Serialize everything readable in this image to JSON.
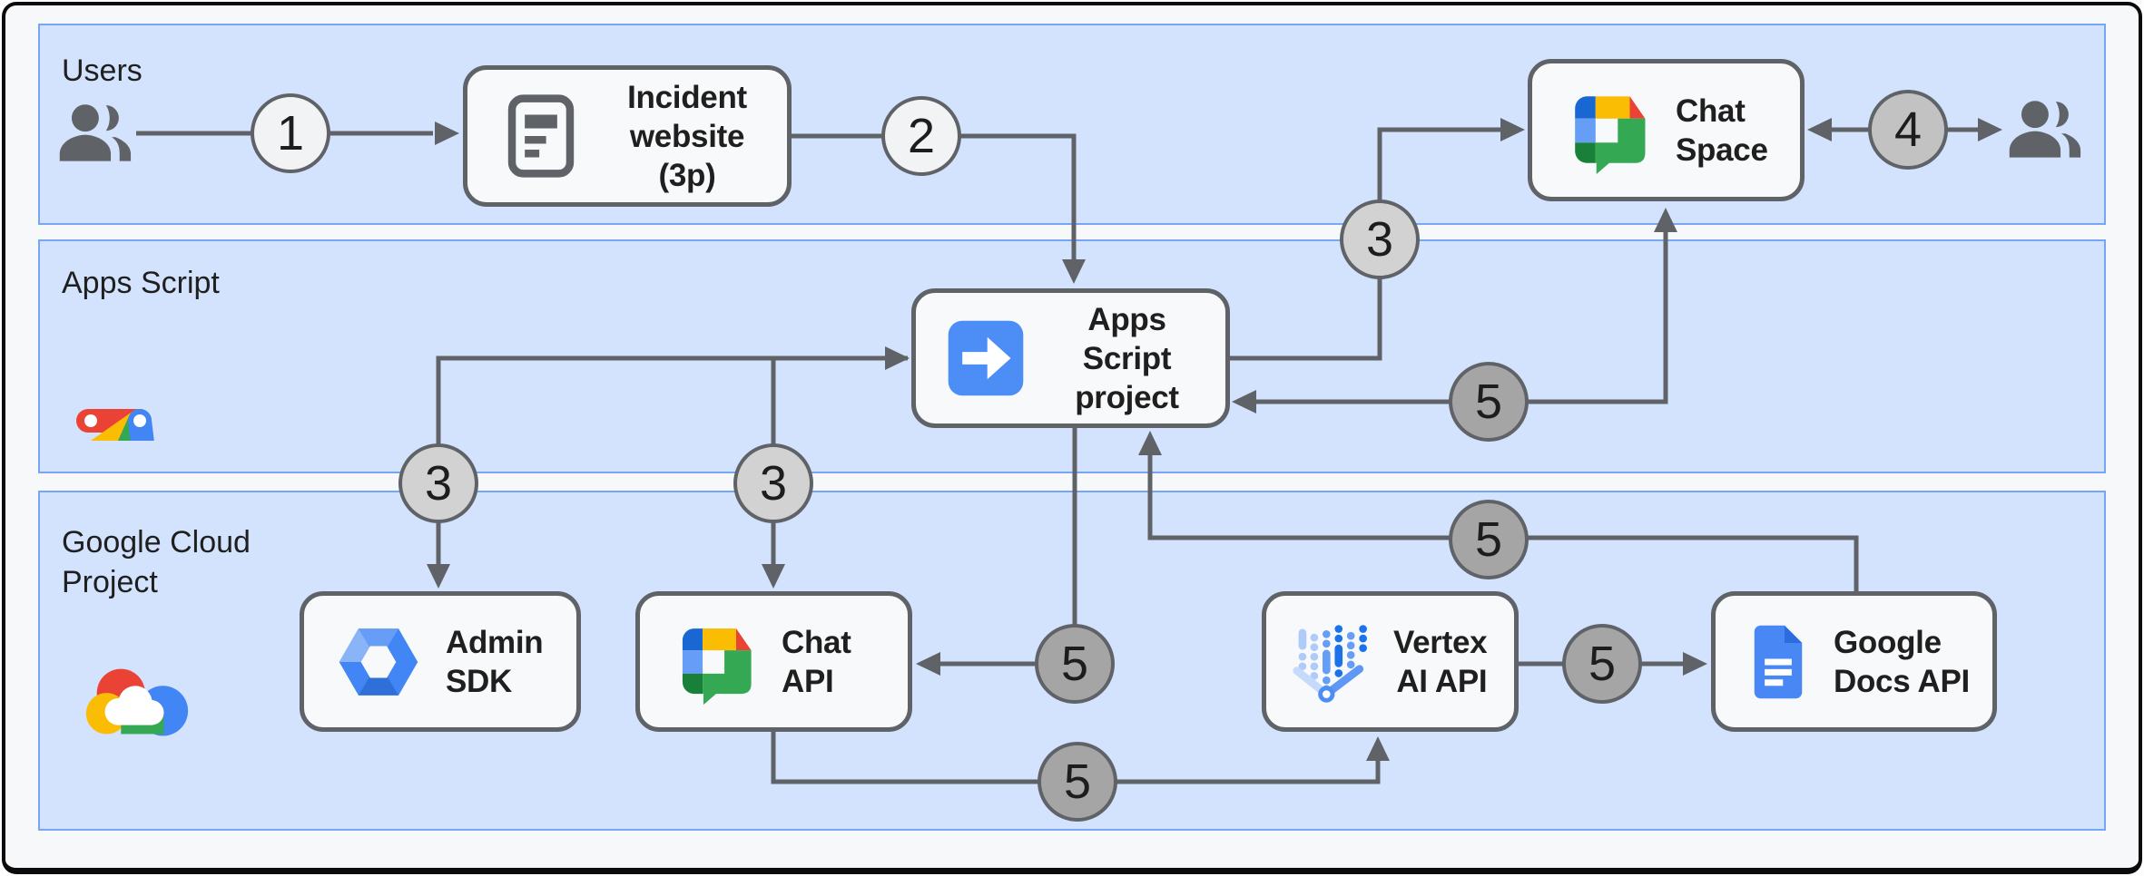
{
  "bands": {
    "users": {
      "label": "Users"
    },
    "apps_script": {
      "label": "Apps Script"
    },
    "google_cloud": {
      "label_line1": "Google Cloud",
      "label_line2": "Project"
    }
  },
  "nodes": {
    "incident_website": {
      "line1": "Incident",
      "line2": "website",
      "line3": "(3p)"
    },
    "chat_space": {
      "line1": "Chat",
      "line2": "Space"
    },
    "apps_script_project": {
      "line1": "Apps Script",
      "line2": "project"
    },
    "admin_sdk": {
      "line1": "Admin",
      "line2": "SDK"
    },
    "chat_api": {
      "line1": "Chat",
      "line2": "API"
    },
    "vertex_ai_api": {
      "line1": "Vertex",
      "line2": "AI API"
    },
    "google_docs_api": {
      "line1": "Google",
      "line2": "Docs API"
    }
  },
  "step_markers": {
    "c1": "1",
    "c2": "2",
    "c3_chat_space": "3",
    "c3_admin_sdk": "3",
    "c3_chat_api": "3",
    "c4": "4",
    "c5_chat_api": "5",
    "c5_bottom": "5",
    "c5_docs": "5",
    "c5_return": "5",
    "c5_space": "5"
  },
  "colors": {
    "band_fill": "#d3e3fd",
    "band_border": "#76a6f5",
    "node_fill": "#f8f9fa",
    "node_border": "#5f6368",
    "connector": "#5f6368",
    "text": "#1f1f1f",
    "circle_fill_light": "#f1f3f4",
    "circle_fill_step3": "#d2d2d2",
    "circle_fill_step4": "#c2c2c2",
    "circle_fill_step5": "#a5a5a5",
    "google_blue": "#4285f4",
    "google_red": "#ea4335",
    "google_yellow": "#fbbc04",
    "google_green": "#34a853"
  }
}
